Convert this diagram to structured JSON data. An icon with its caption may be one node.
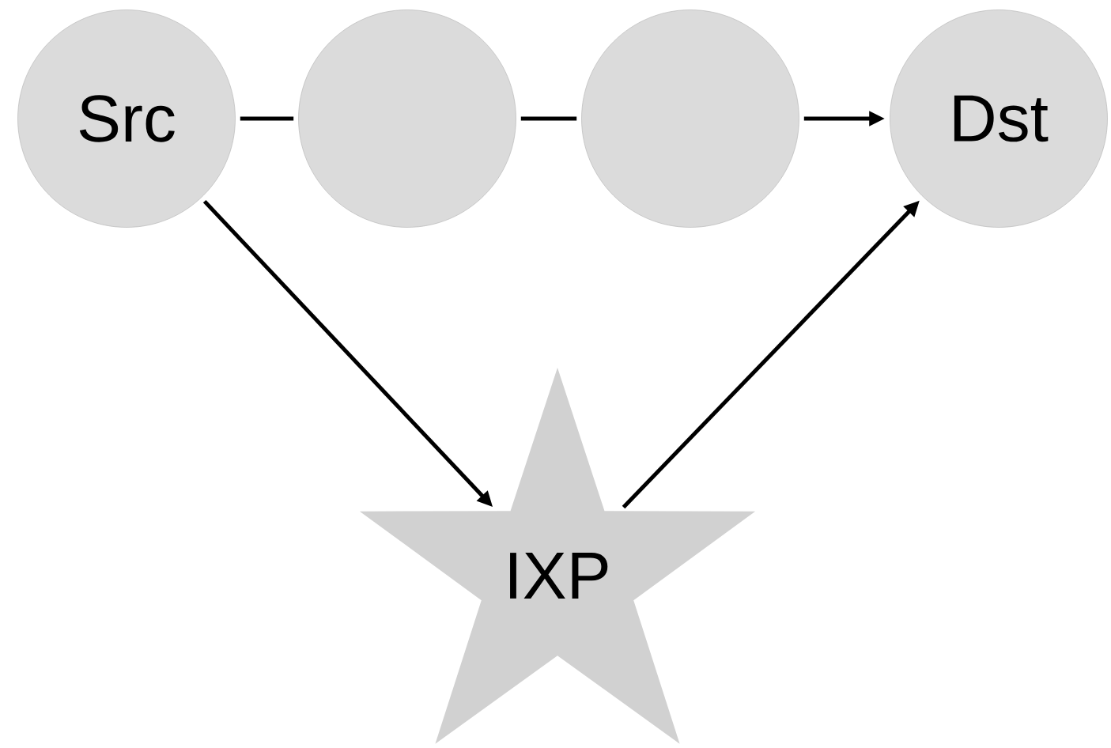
{
  "diagram": {
    "nodes": [
      {
        "text": [
          "Src"
        ]
      },
      {
        "text": [],
        "shape": "circle"
      },
      {
        "text": [],
        "shape": "circle"
      },
      {
        "text": [
          "Dst"
        ]
      },
      {
        "text": [
          "IXP"
        ]
      }
    ],
    "edges": [
      {
        "from": 0,
        "to": 1,
        "arrow": "none"
      },
      {
        "from": 1,
        "to": 2,
        "arrow": "none"
      },
      {
        "from": 2,
        "to": 3,
        "arrow": "to"
      },
      {
        "from": 0,
        "to": 4,
        "arrow": "to"
      },
      {
        "from": 4,
        "to": 3,
        "arrow": "to"
      }
    ]
  }
}
